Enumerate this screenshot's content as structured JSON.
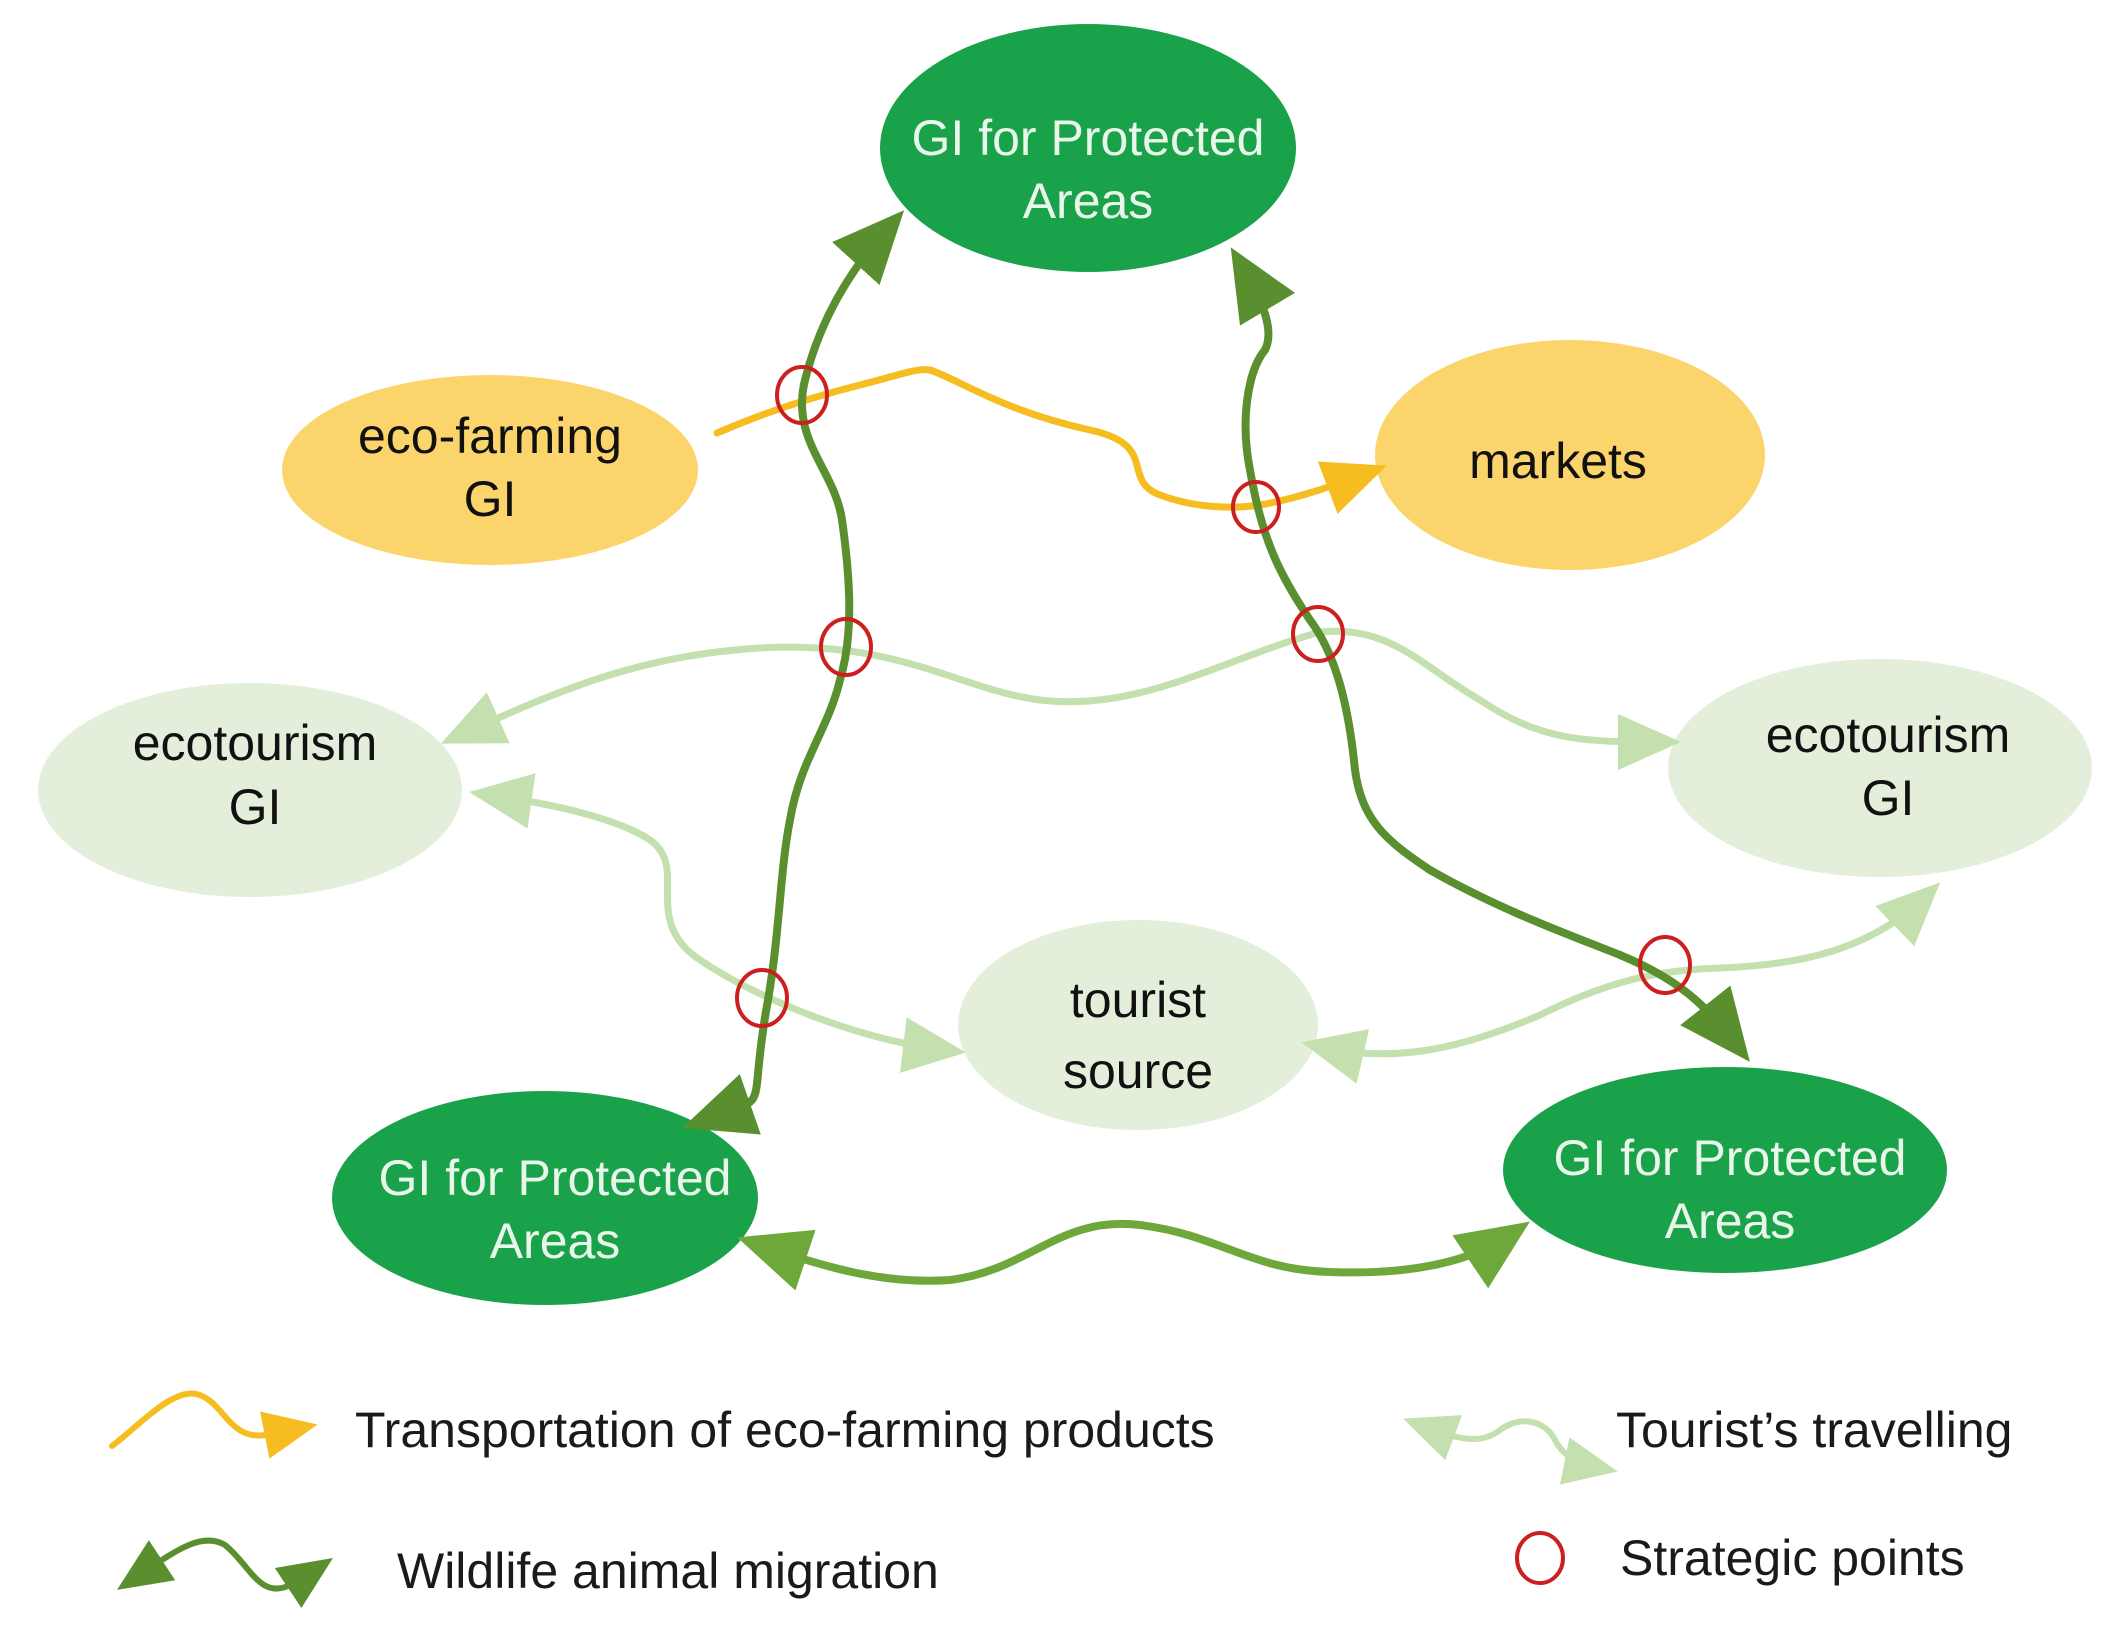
{
  "colors": {
    "protected_fill": "#1aa24a",
    "protected_text": "#e8f7ea",
    "eco_farming_fill": "#fbd56b",
    "ecotourism_fill": "#e3efdb",
    "node_text": "#111111",
    "transport_line": "#f5bd1f",
    "migration_line": "#5a8f2f",
    "migration_bottom": "#6fa83a",
    "tourist_line": "#c3e0ae",
    "strategic_point": "#cc1f1f"
  },
  "nodes": {
    "protected_top": {
      "line1": "GI for Protected",
      "line2": "Areas"
    },
    "eco_farming": {
      "line1": "eco-farming",
      "line2": "GI"
    },
    "markets": {
      "line1": "markets"
    },
    "ecotourism_left": {
      "line1": "ecotourism",
      "line2": "GI"
    },
    "ecotourism_right": {
      "line1": "ecotourism",
      "line2": "GI"
    },
    "tourist_source": {
      "line1": "tourist",
      "line2": "source"
    },
    "protected_bottom_left": {
      "line1": "GI for Protected",
      "line2": "Areas"
    },
    "protected_bottom_right": {
      "line1": "GI for Protected",
      "line2": "Areas"
    }
  },
  "legend": {
    "transport": "Transportation of eco-farming products",
    "migration": "Wildlife animal migration",
    "tourist": "Tourist’s travelling",
    "strategic": "Strategic points"
  }
}
